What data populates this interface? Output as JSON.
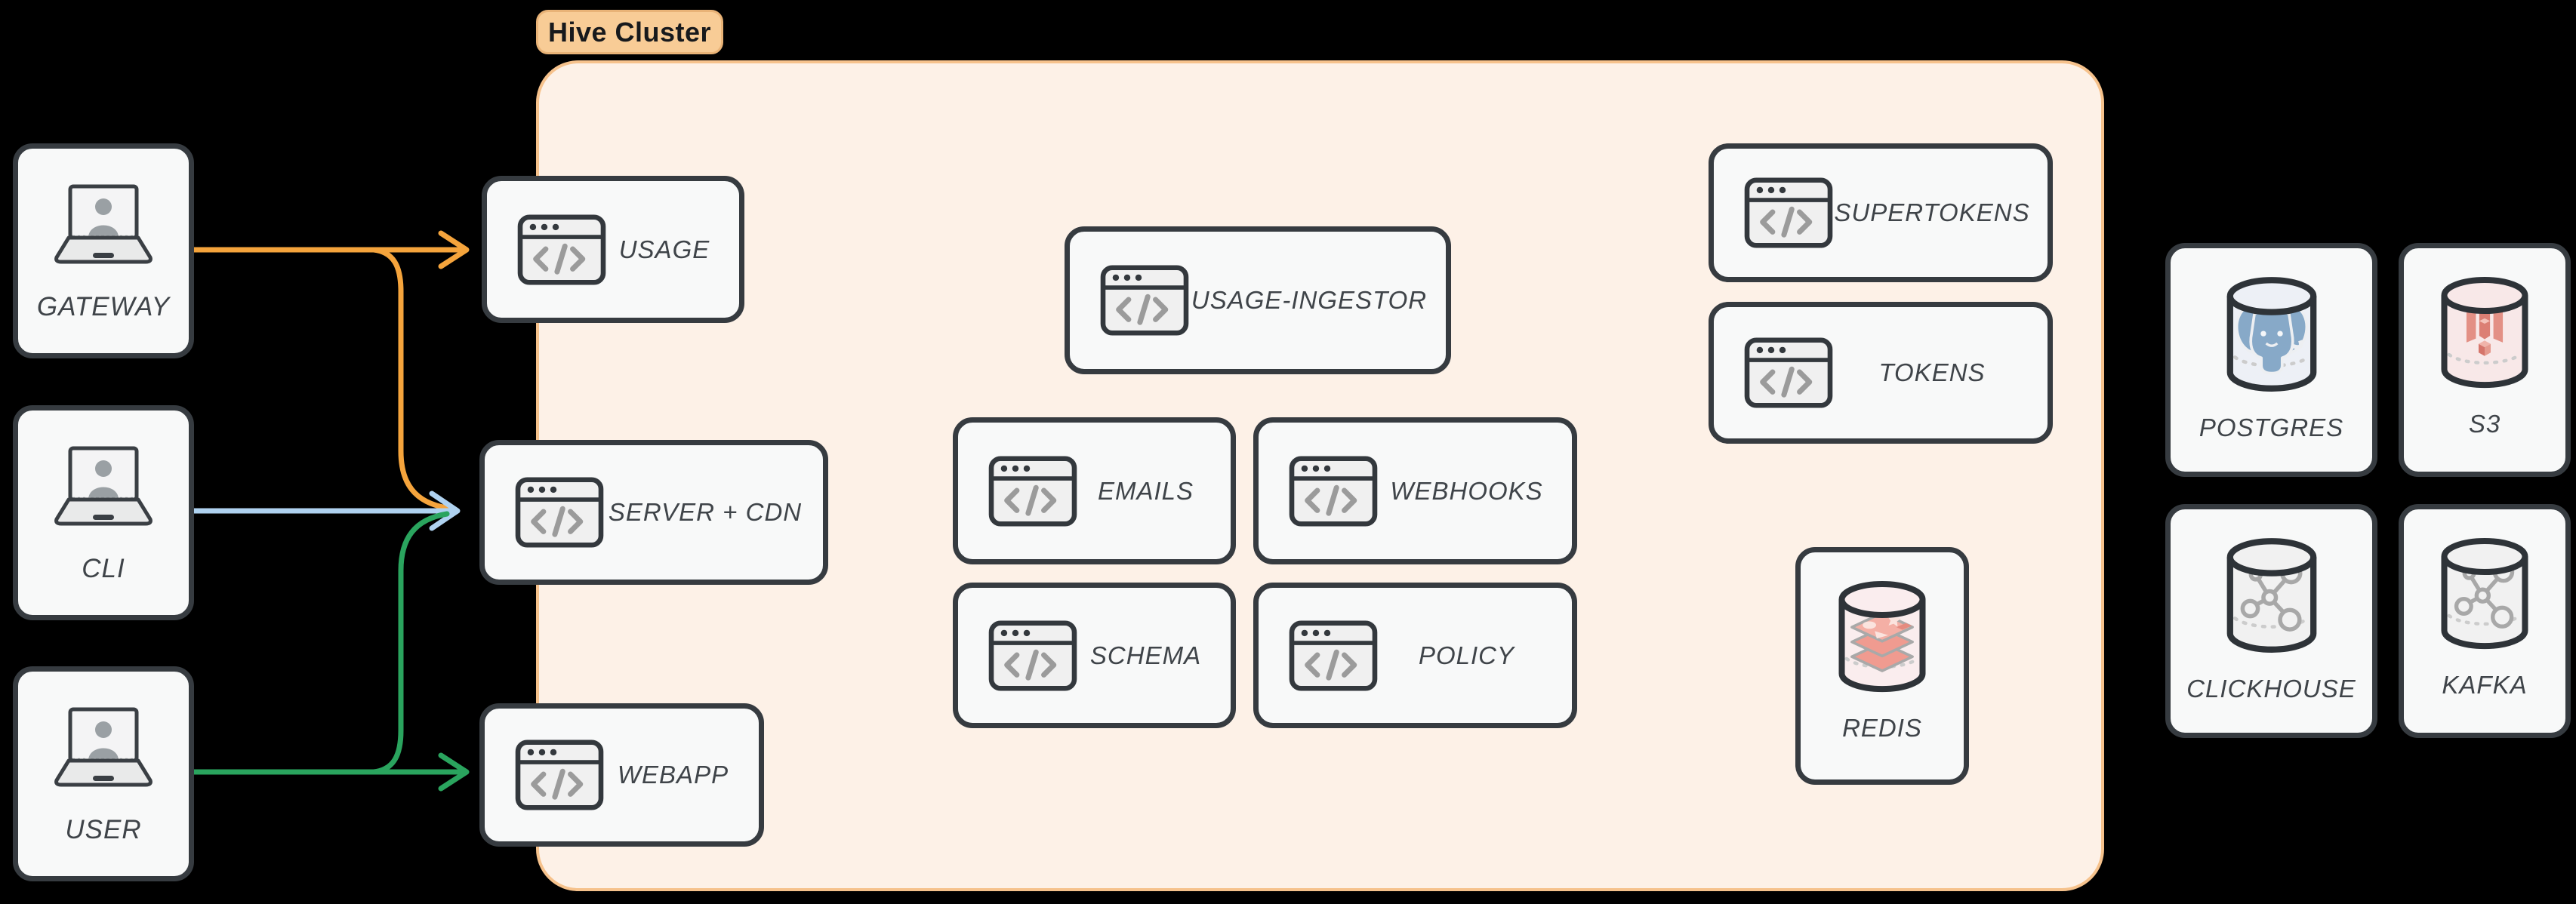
{
  "cluster": {
    "label": "Hive Cluster"
  },
  "clients": [
    {
      "id": "gateway",
      "label": "GATEWAY",
      "icon": "laptop-user-icon"
    },
    {
      "id": "cli",
      "label": "CLI",
      "icon": "laptop-user-icon"
    },
    {
      "id": "user",
      "label": "USER",
      "icon": "laptop-user-icon"
    }
  ],
  "services": [
    {
      "id": "usage",
      "label": "USAGE",
      "icon": "code-window-icon"
    },
    {
      "id": "server-cdn",
      "label": "SERVER + CDN",
      "icon": "code-window-icon"
    },
    {
      "id": "webapp",
      "label": "WEBAPP",
      "icon": "code-window-icon"
    },
    {
      "id": "usage-ingestor",
      "label": "USAGE-INGESTOR",
      "icon": "code-window-icon"
    },
    {
      "id": "emails",
      "label": "EMAILS",
      "icon": "code-window-icon"
    },
    {
      "id": "webhooks",
      "label": "WEBHOOKS",
      "icon": "code-window-icon"
    },
    {
      "id": "schema",
      "label": "SCHEMA",
      "icon": "code-window-icon"
    },
    {
      "id": "policy",
      "label": "POLICY",
      "icon": "code-window-icon"
    },
    {
      "id": "supertokens",
      "label": "SUPERTOKENS",
      "icon": "code-window-icon"
    },
    {
      "id": "tokens",
      "label": "TOKENS",
      "icon": "code-window-icon"
    }
  ],
  "datastores": [
    {
      "id": "redis",
      "label": "REDIS",
      "icon": "redis-database-icon"
    },
    {
      "id": "postgres",
      "label": "POSTGRES",
      "icon": "postgres-database-icon"
    },
    {
      "id": "s3",
      "label": "S3",
      "icon": "s3-bucket-database-icon"
    },
    {
      "id": "clickhouse",
      "label": "CLICKHOUSE",
      "icon": "cluster-database-icon"
    },
    {
      "id": "kafka",
      "label": "KAFKA",
      "icon": "cluster-database-icon"
    }
  ],
  "edges": [
    {
      "from": "GATEWAY",
      "to": "USAGE",
      "color_key": "arrow_orange"
    },
    {
      "from": "GATEWAY",
      "to": "SERVER + CDN",
      "color_key": "arrow_orange"
    },
    {
      "from": "CLI",
      "to": "SERVER + CDN",
      "color_key": "arrow_blue"
    },
    {
      "from": "USER",
      "to": "SERVER + CDN",
      "color_key": "arrow_green"
    },
    {
      "from": "USER",
      "to": "WEBAPP",
      "color_key": "arrow_green"
    }
  ],
  "colors": {
    "background": "#000000",
    "cluster_fill": "#FDF1E7",
    "cluster_border": "#F6C28C",
    "badge_fill": "#F8CC96",
    "badge_border": "#E9B377",
    "node_fill": "#F8F9F9",
    "node_border": "#363B40",
    "label_text": "#3F4449",
    "arrow_orange": "#F5A43C",
    "arrow_blue": "#AFD2F0",
    "arrow_green": "#2AA45E",
    "redis_pink": "#F09B90",
    "postgres_blue": "#87A9C8",
    "s3_red": "#E39085",
    "glyph_gray": "#A8A8A8"
  }
}
